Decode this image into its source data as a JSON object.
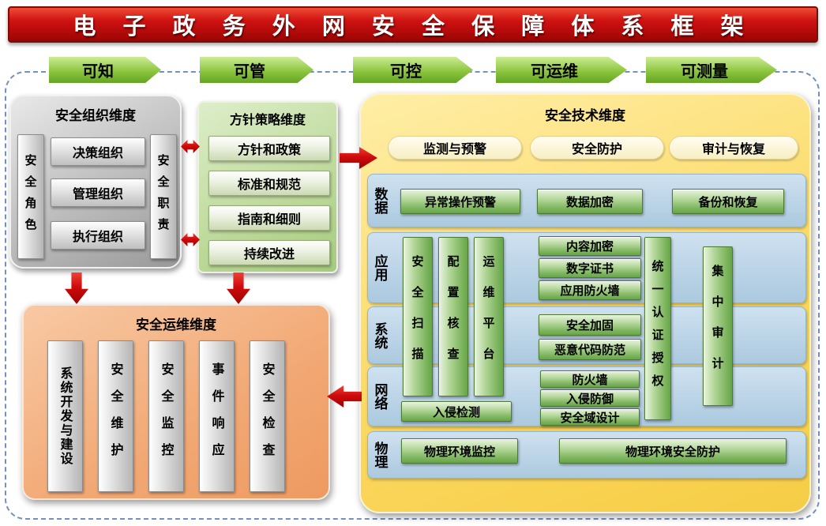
{
  "title": "电 子 政 务 外 网 安 全 保 障 体 系 框 架",
  "flow_arrows": [
    "可知",
    "可管",
    "可控",
    "可运维",
    "可测量"
  ],
  "colors": {
    "banner_red": "#c00000",
    "flow_arrow_green": "#8dc63f",
    "org_gray": "#b2b2b2",
    "policy_green": "#bdd99a",
    "tech_yellow": "#fbd75e",
    "ops_orange": "#f2a874",
    "row_blue": "#abc9df",
    "block_green": "#7fb660",
    "connector_red": "#cf0b0b"
  },
  "org": {
    "title": "安全组织维度",
    "left_bar": "安全角色",
    "right_bar": "安全职责",
    "items": [
      "决策组织",
      "管理组织",
      "执行组织"
    ]
  },
  "policy": {
    "title": "方针策略维度",
    "items": [
      "方针和政策",
      "标准和规范",
      "指南和细则",
      "持续改进"
    ]
  },
  "tech": {
    "title": "安全技术维度",
    "columns": [
      "监测与预警",
      "安全防护",
      "审计与恢复"
    ],
    "row_labels": [
      "数据",
      "应用",
      "系统",
      "网络",
      "物理"
    ],
    "data_row": {
      "monitor": "异常操作预警",
      "protect": "数据加密",
      "audit": "备份和恢复"
    },
    "monitor_bars": [
      "安全扫描",
      "配置核查",
      "运维平台"
    ],
    "network_monitor": "入侵检测",
    "app_items": [
      "内容加密",
      "数字证书",
      "应用防火墙"
    ],
    "system_items": [
      "安全加固",
      "恶意代码防范"
    ],
    "network_items": [
      "防火墙",
      "入侵防御",
      "安全域设计"
    ],
    "auth_bar": "统一认证授权",
    "audit_bar": "集中审计",
    "physical_row": {
      "monitor": "物理环境监控",
      "protect": "物理环境安全防护"
    }
  },
  "ops": {
    "title": "安全运维维度",
    "items": [
      "系统开发与建设",
      "安全维护",
      "安全监控",
      "事件响应",
      "安全检查"
    ]
  }
}
